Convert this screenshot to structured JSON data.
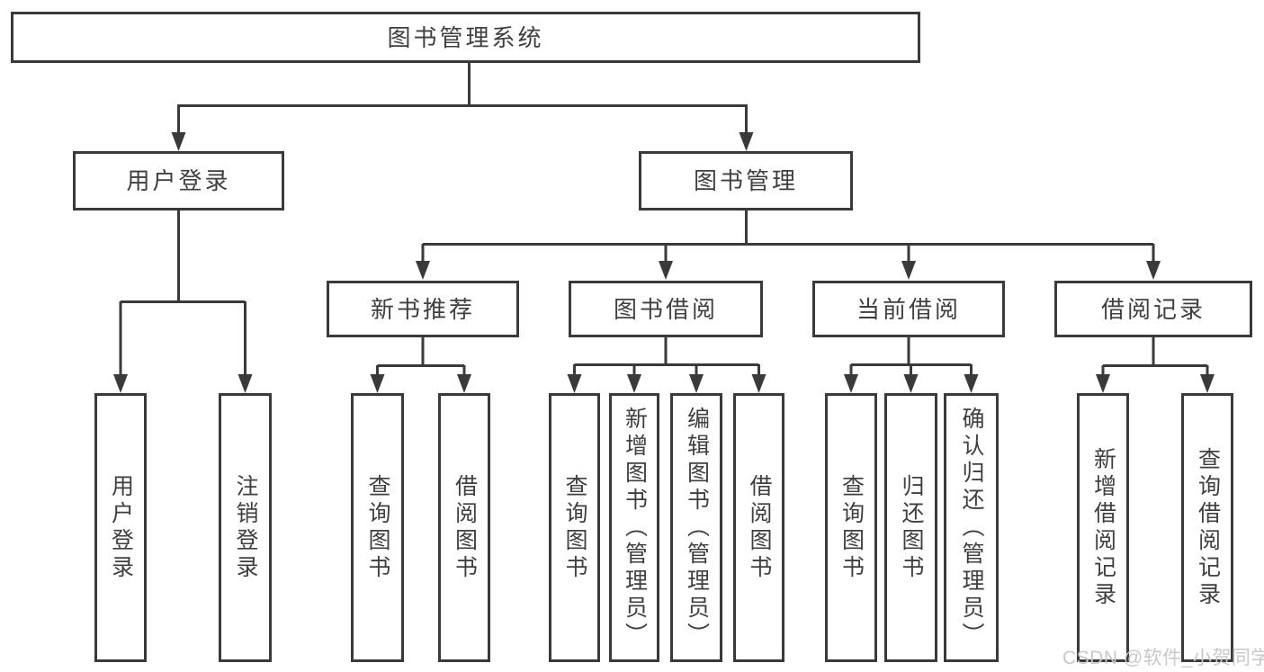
{
  "diagram": {
    "root": {
      "label": "图书管理系统"
    },
    "level1": {
      "user_login": {
        "label": "用户登录"
      },
      "book_management": {
        "label": "图书管理"
      }
    },
    "level2": {
      "new_book_recommend": {
        "label": "新书推荐"
      },
      "book_borrowing": {
        "label": "图书借阅"
      },
      "current_borrowing": {
        "label": "当前借阅"
      },
      "borrowing_records": {
        "label": "借阅记录"
      }
    },
    "leaves": {
      "user_login": {
        "label": "用户登录"
      },
      "logout": {
        "label": "注销登录"
      },
      "query_books_recommend": {
        "label": "查询图书"
      },
      "borrow_books_recommend": {
        "label": "借阅图书"
      },
      "query_books_borrowing": {
        "label": "查询图书"
      },
      "add_books_admin": {
        "label": "新增图书（管理员）"
      },
      "edit_books_admin": {
        "label": "编辑图书（管理员）"
      },
      "borrow_books_borrowing": {
        "label": "借阅图书"
      },
      "query_books_current": {
        "label": "查询图书"
      },
      "return_books": {
        "label": "归还图书"
      },
      "confirm_return_admin": {
        "label": "确认归还（管理员）"
      },
      "add_borrow_record": {
        "label": "新增借阅记录"
      },
      "query_borrow_record": {
        "label": "查询借阅记录"
      }
    }
  },
  "watermark": {
    "text": "CSDN @软件_小贺同学"
  },
  "colors": {
    "line": "#3a3a3a",
    "text": "#3f3f3f",
    "watermark": "#c8c8c8",
    "background": "#ffffff"
  }
}
